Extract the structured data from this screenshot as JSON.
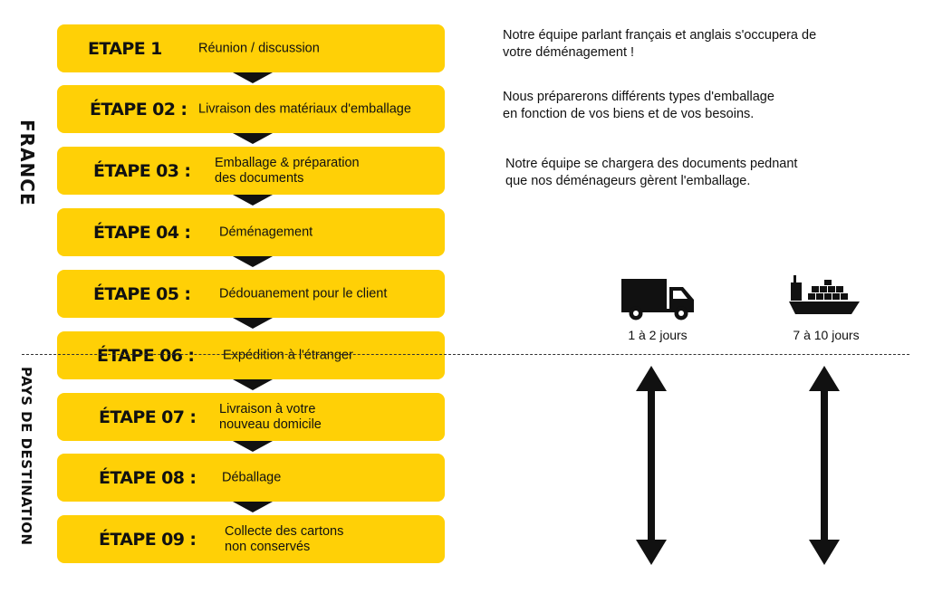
{
  "side_labels": {
    "top": "FRANCE",
    "bottom": "PAYS DE DESTINATION"
  },
  "steps": [
    {
      "label": "ETAPE 1",
      "desc_lines": [
        "Réunion / discussion"
      ]
    },
    {
      "label": "ÉTAPE 02 :",
      "desc_lines": [
        "Livraison des matériaux d'emballage"
      ]
    },
    {
      "label": "ÉTAPE 03 :",
      "desc_lines": [
        "Emballage & préparation",
        "des documents"
      ]
    },
    {
      "label": "ÉTAPE 04 :",
      "desc_lines": [
        "Déménagement"
      ]
    },
    {
      "label": "ÉTAPE 05 :",
      "desc_lines": [
        "Dédouanement pour le client"
      ]
    },
    {
      "label": "ÉTAPE 06 :",
      "desc_lines": [
        "Expédition à l'étranger"
      ]
    },
    {
      "label": "ÉTAPE 07 :",
      "desc_lines": [
        "Livraison à votre",
        "nouveau domicile"
      ]
    },
    {
      "label": "ÉTAPE 08 :",
      "desc_lines": [
        "Déballage"
      ]
    },
    {
      "label": "ÉTAPE 09 :",
      "desc_lines": [
        "Collecte des cartons",
        "non conservés"
      ]
    }
  ],
  "notes": [
    {
      "lines": [
        "Notre équipe parlant français et anglais s'occupera de",
        "votre déménagement !"
      ]
    },
    {
      "lines": [
        "Nous préparerons différents types d'emballage",
        "en fonction de vos biens et de vos besoins."
      ]
    },
    {
      "lines": [
        "Notre équipe se chargera des documents pednant",
        "que nos déménageurs gèrent l'emballage."
      ]
    }
  ],
  "transport": [
    {
      "icon": "truck-icon",
      "label": "1 à 2 jours"
    },
    {
      "icon": "cargo-ship-icon",
      "label": "7 à 10 jours"
    }
  ],
  "colors": {
    "step_fill": "#ffd006",
    "ink": "#111111"
  }
}
